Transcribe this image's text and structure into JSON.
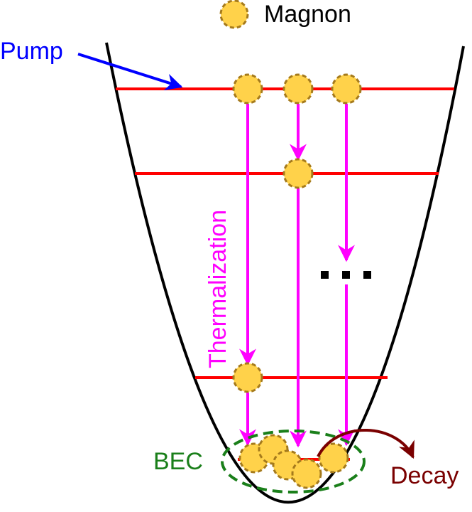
{
  "legend": {
    "label": "Magnon"
  },
  "labels": {
    "pump": "Pump",
    "thermalization": "Thermalization",
    "bec": "BEC",
    "decay": "Decay",
    "ellipsis": ". . ."
  },
  "colors": {
    "well": "#000000",
    "level": "#ff0000",
    "pump": "#0000ff",
    "thermalization": "#ff00ff",
    "magnon_fill": "#ffd24a",
    "magnon_stroke": "#a57a1c",
    "bec_ellipse": "#1a7f1a",
    "decay": "#7a0000"
  },
  "energy_levels": 4,
  "magnons": {
    "pumped": 3,
    "intermediate": 2,
    "condensed": 5
  }
}
